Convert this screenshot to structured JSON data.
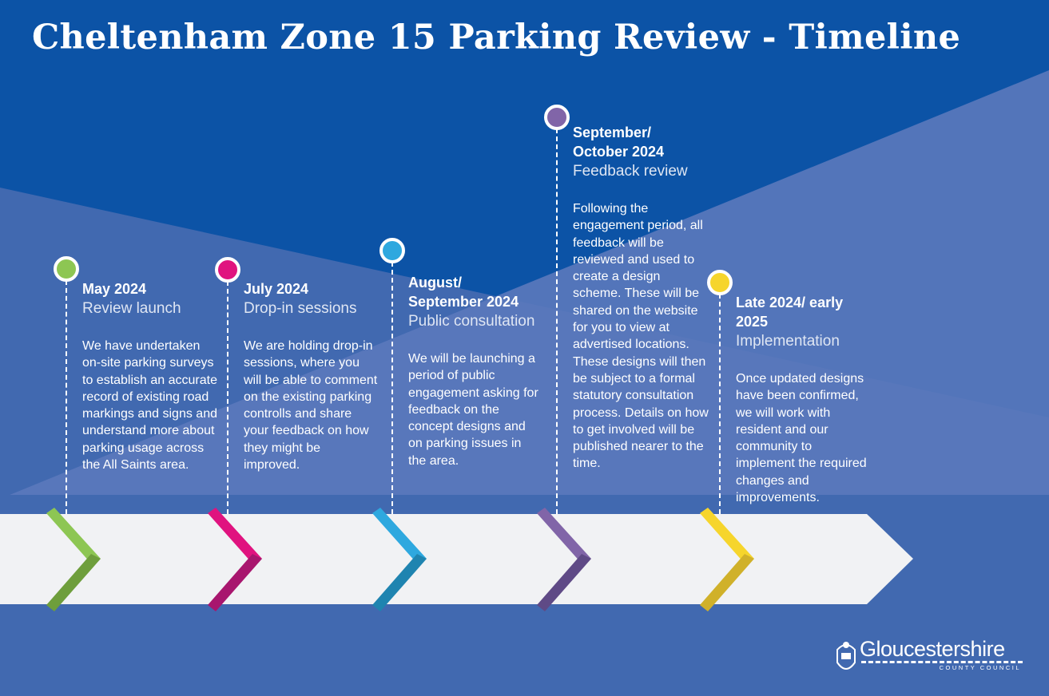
{
  "title": "Cheltenham Zone 15 Parking Review - Timeline",
  "colors": {
    "dark_blue": "#0c53a6",
    "mid_blue": "#4169b0",
    "light_blue": "#5b79bd",
    "band": "#f1f2f4"
  },
  "milestones": [
    {
      "date": "May 2024",
      "subtitle": "Review launch",
      "description": "We have undertaken on-site parking surveys to establish an accurate record of existing road markings and signs and understand more about parking usage across the All Saints area.",
      "color": "#8dc653",
      "color_dark": "#6e9e3c"
    },
    {
      "date": "July 2024",
      "subtitle": "Drop-in sessions",
      "description": "We are holding drop-in sessions, where you will be able to comment on the existing parking controlls and share your feedback on how they might be improved.",
      "color": "#e0137f",
      "color_dark": "#a8166e"
    },
    {
      "date": "August/ September 2024",
      "subtitle": "Public consultation",
      "description": "We will be launching a period of public engagement asking for feedback on the concept designs and on parking issues in the area.",
      "color": "#2ea8df",
      "color_dark": "#1f84b0"
    },
    {
      "date": "September/ October 2024",
      "subtitle": "Feedback review",
      "description": "Following the engagement period, all feedback will be reviewed and used to create a design scheme. These will be shared on the website for you to view at advertised locations. These designs will then be subject to a formal statutory consultation process. Details on how to get involved will be published nearer to the time.",
      "color": "#8165a8",
      "color_dark": "#5f4a86"
    },
    {
      "date": "Late 2024/ early 2025",
      "subtitle": "Implementation",
      "description": "Once updated designs have been confirmed, we will work with resident and our community to implement the required changes and improvements.",
      "color": "#f6d52c",
      "color_dark": "#d0b12a"
    }
  ],
  "logo": {
    "name": "Gloucestershire",
    "tagline": "COUNTY COUNCIL"
  }
}
